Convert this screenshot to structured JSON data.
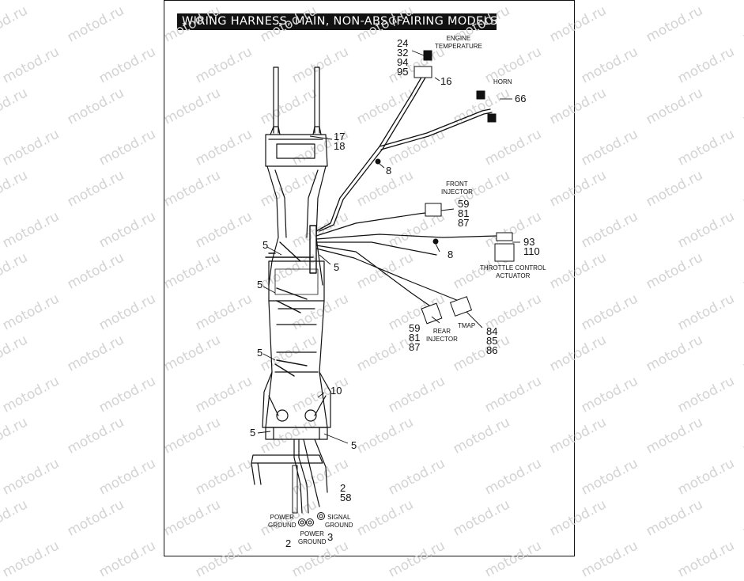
{
  "title": "WIRING HARNESS, MAIN, NON-ABS (FAIRING MODELS)",
  "watermark": "motod.ru",
  "callouts": {
    "engine_temp_numbers": [
      "24",
      "32",
      "94",
      "95"
    ],
    "engine_temp_label": [
      "ENGINE",
      "TEMPERATURE"
    ],
    "n16": "16",
    "horn_label": "HORN",
    "n66": "66",
    "n17_18": [
      "17",
      "18"
    ],
    "n8_upper": "8",
    "front_injector_label": [
      "FRONT",
      "INJECTOR"
    ],
    "front_injector_numbers": [
      "59",
      "81",
      "87"
    ],
    "tca_numbers": [
      "93",
      "110"
    ],
    "tca_label": [
      "THROTTLE CONTROL",
      "ACTUATOR"
    ],
    "n8_lower": "8",
    "n5_a": "5",
    "n5_b": "5",
    "n5_c": "5",
    "n5_d": "5",
    "n5_e": "5",
    "n5_f": "5",
    "rear_injector_numbers": [
      "59",
      "81",
      "87"
    ],
    "rear_injector_label": [
      "REAR",
      "INJECTOR"
    ],
    "tmap_label": "TMAP",
    "tmap_numbers": [
      "84",
      "85",
      "86"
    ],
    "n10": "10",
    "n2_58": [
      "2",
      "58"
    ],
    "power_ground_left": [
      "POWER",
      "GROUND"
    ],
    "power_ground_mid": [
      "POWER",
      "GROUND"
    ],
    "signal_ground": [
      "SIGNAL",
      "GROUND"
    ],
    "n2_bottom": "2",
    "n3_bottom": "3"
  }
}
